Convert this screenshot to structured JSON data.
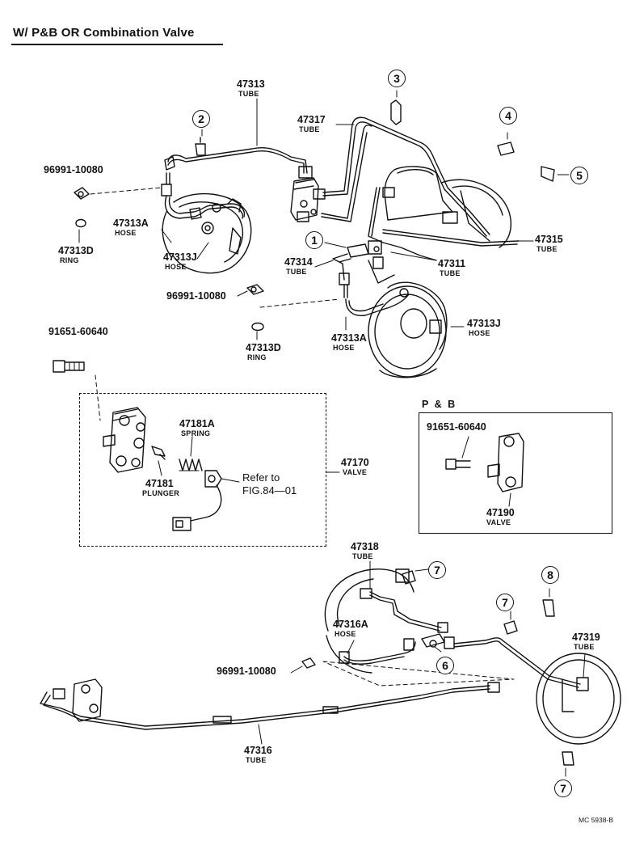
{
  "header": {
    "title": "W/ P&B  OR  Combination Valve"
  },
  "callouts": [
    "1",
    "2",
    "3",
    "4",
    "5",
    "6",
    "7",
    "8"
  ],
  "parts": {
    "p47313": {
      "number": "47313",
      "desc": "TUBE"
    },
    "p47317": {
      "number": "47317",
      "desc": "TUBE"
    },
    "p96991a": {
      "number": "96991-10080"
    },
    "p47313a_1": {
      "number": "47313A",
      "desc": "HOSE"
    },
    "p47313d_1": {
      "number": "47313D",
      "desc": "RING"
    },
    "p47313j_1": {
      "number": "47313J",
      "desc": "HOSE"
    },
    "p47315": {
      "number": "47315",
      "desc": "TUBE"
    },
    "p47314": {
      "number": "47314",
      "desc": "TUBE"
    },
    "p47311": {
      "number": "47311",
      "desc": "TUBE"
    },
    "p96991b": {
      "number": "96991-10080"
    },
    "p91651a": {
      "number": "91651-60640"
    },
    "p47313a_2": {
      "number": "47313A",
      "desc": "HOSE"
    },
    "p47313j_2": {
      "number": "47313J",
      "desc": "HOSE"
    },
    "p47313d_2": {
      "number": "47313D",
      "desc": "RING"
    },
    "p47181a": {
      "number": "47181A",
      "desc": "SPRING"
    },
    "p47181": {
      "number": "47181",
      "desc": "PLUNGER"
    },
    "p47170": {
      "number": "47170",
      "desc": "VALVE"
    },
    "p91651b": {
      "number": "91651-60640"
    },
    "p47190": {
      "number": "47190",
      "desc": "VALVE"
    },
    "p47318": {
      "number": "47318",
      "desc": "TUBE"
    },
    "p47316a": {
      "number": "47316A",
      "desc": "HOSE"
    },
    "p96991c": {
      "number": "96991-10080"
    },
    "p47319": {
      "number": "47319",
      "desc": "TUBE"
    },
    "p47316": {
      "number": "47316",
      "desc": "TUBE"
    }
  },
  "refer": {
    "line1": "Refer to",
    "line2": "FIG.84—01"
  },
  "pb_box": {
    "label": "P  & B"
  },
  "footer": {
    "code": "MC 5938-B"
  }
}
